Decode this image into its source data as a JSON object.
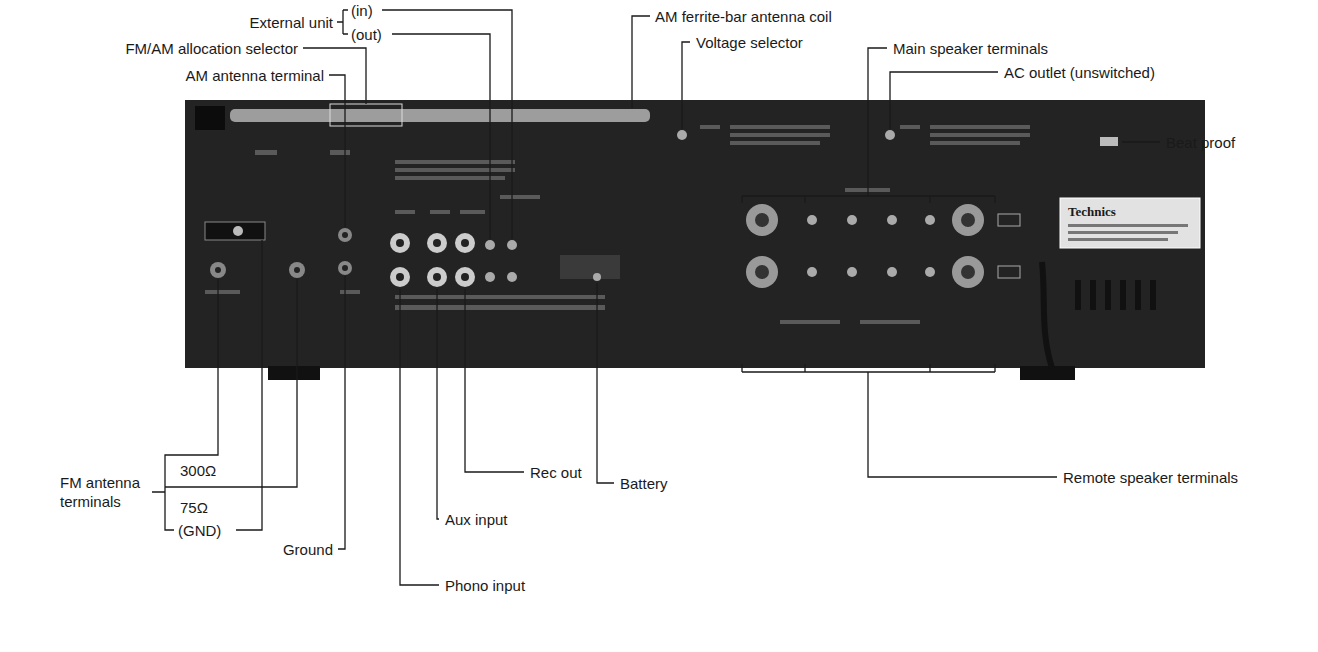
{
  "diagram": {
    "labels": [
      "External unit",
      "(in)",
      "(out)",
      "AM ferrite-bar antenna coil",
      "FM/AM allocation selector",
      "Voltage selector",
      "Main speaker terminals",
      "AM antenna terminal",
      "AC outlet (unswitched)",
      "Beat proof",
      "Technics",
      "Battery",
      "Remote speaker terminals",
      "Rec out",
      "300Ω",
      "FM antenna terminals",
      "75Ω",
      "(GND)",
      "Aux input",
      "Ground",
      "Phono input"
    ]
  }
}
